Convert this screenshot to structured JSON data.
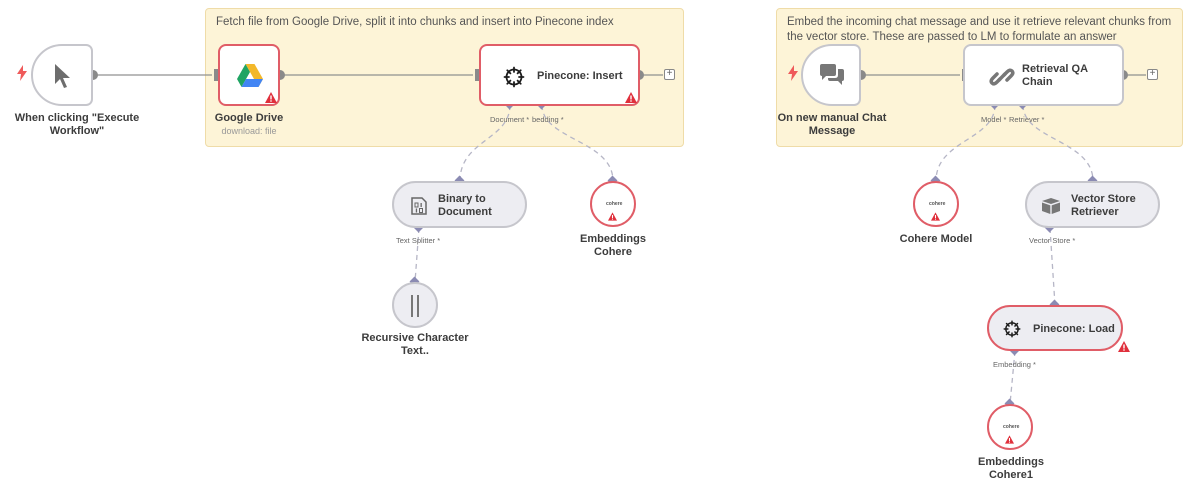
{
  "notes": {
    "left": "Fetch file from Google Drive, split it into chunks and insert into Pinecone index",
    "right": "Embed the incoming chat message and use it retrieve relevant chunks from the vector store. These are passed to LM to formulate an answer"
  },
  "nodes": {
    "execute_trigger": {
      "label": "When clicking \"Execute Workflow\""
    },
    "google_drive": {
      "label": "Google Drive",
      "subtitle": "download: file"
    },
    "pinecone_insert": {
      "title": "Pinecone: Insert"
    },
    "binary_to_document": {
      "title": "Binary to Document"
    },
    "embeddings_cohere": {
      "label": "Embeddings Cohere"
    },
    "recursive_splitter": {
      "label": "Recursive Character Text.."
    },
    "chat_trigger": {
      "label": "On new manual Chat Message"
    },
    "retrieval_qa": {
      "title": "Retrieval QA Chain"
    },
    "cohere_model": {
      "label": "Cohere Model"
    },
    "vector_store_retriever": {
      "title": "Vector Store Retriever"
    },
    "pinecone_load": {
      "title": "Pinecone: Load"
    },
    "embeddings_cohere1": {
      "label": "Embeddings Cohere1"
    }
  },
  "ports": {
    "document": "Document *",
    "embedding_cut": "bedding *",
    "text_splitter": "Text Splitter *",
    "model": "Model *",
    "retriever": "Retriever *",
    "vector_store": "Vector Store *",
    "embedding": "Embedding *"
  },
  "badges": {
    "cohere": "cohere"
  },
  "colors": {
    "note_bg": "#fdf4d7",
    "error_border": "#e05d67",
    "wire": "#909090",
    "sub_wire": "#b6b6c6",
    "port_diamond": "#8b8bb3",
    "warning": "#e0303c"
  },
  "icons": {
    "execute_trigger": "cursor-icon",
    "google_drive": "google-drive-icon",
    "pinecone": "pinecone-icon",
    "binary_document": "document-binary-icon",
    "splitter": "text-splitter-icon",
    "chat": "chat-bubbles-icon",
    "retrieval_chain": "chain-link-icon",
    "vector_retriever": "box-icon",
    "warning": "warning-triangle-icon",
    "trigger_bolt": "lightning-bolt-icon"
  }
}
